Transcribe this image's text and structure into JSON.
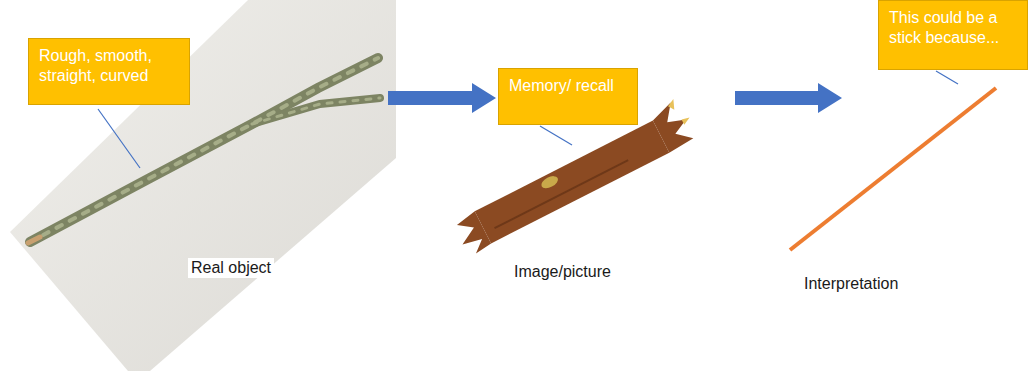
{
  "diagram": {
    "nodes": [
      {
        "text": [
          "Rough, smooth, straight, curved"
        ]
      },
      {
        "text": [
          "Memory/ recall"
        ]
      },
      {
        "text": [
          "This could be a stick because..."
        ]
      }
    ],
    "labels": [
      "Real object",
      "Image/picture",
      "Interpretation"
    ]
  }
}
